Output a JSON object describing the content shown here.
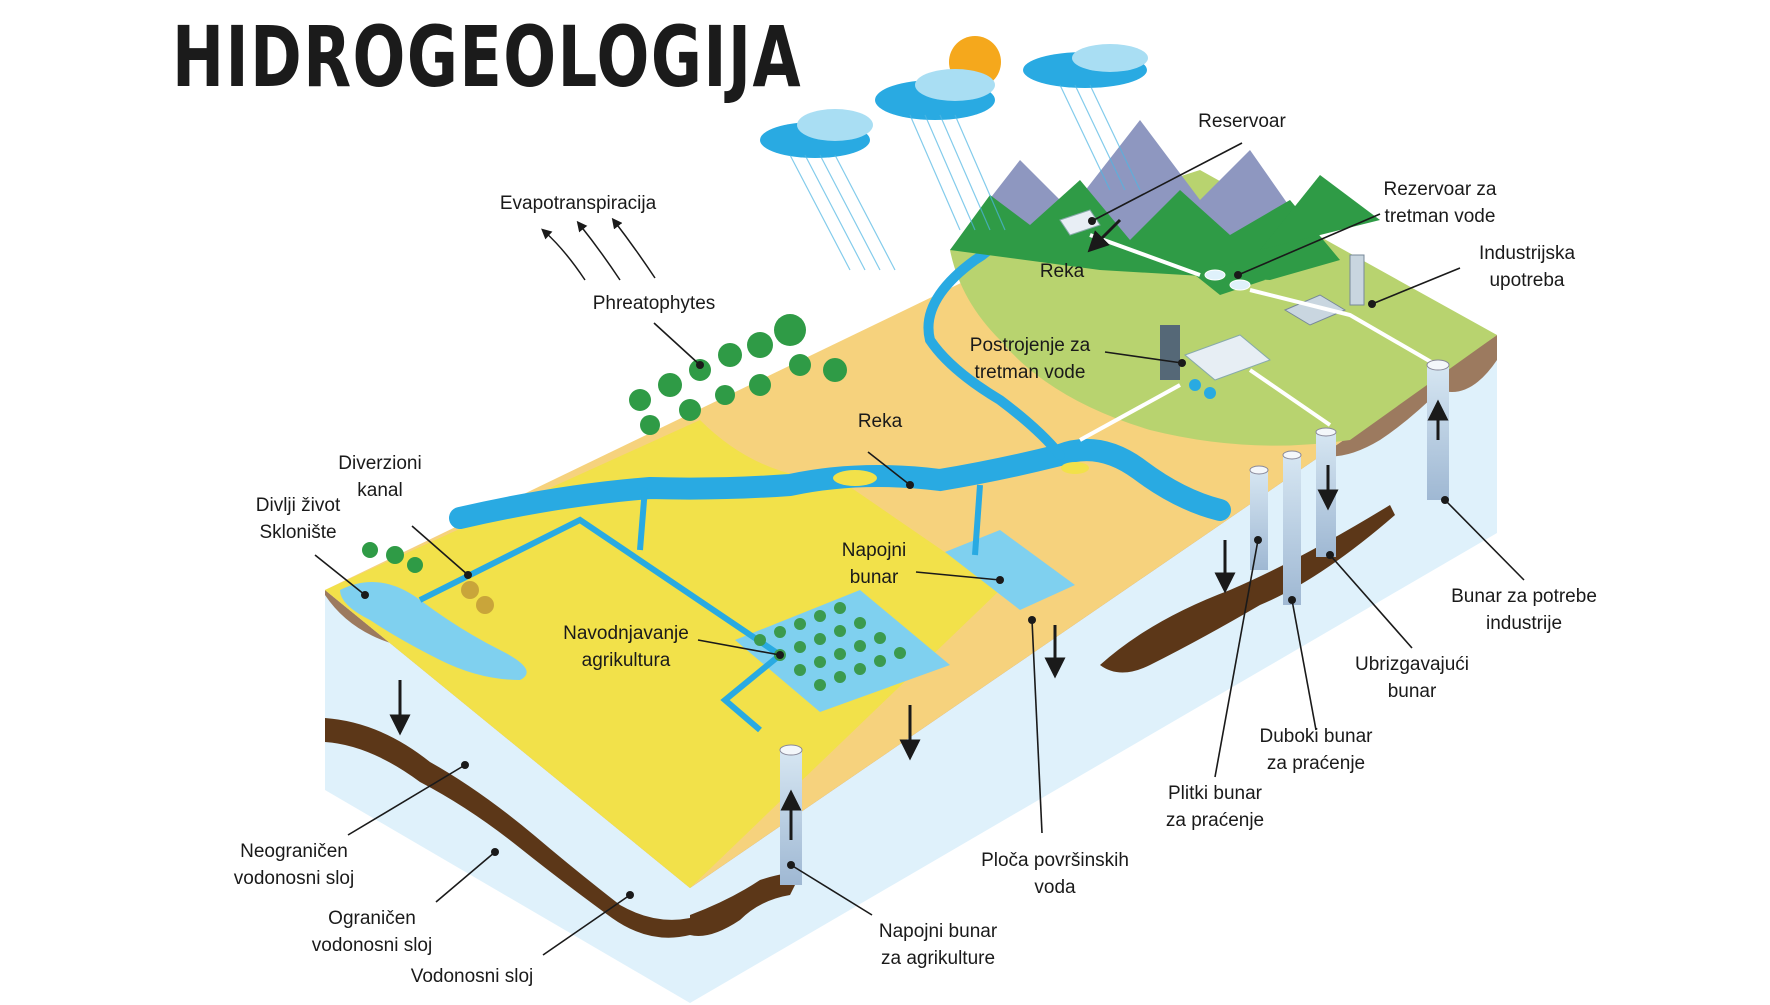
{
  "title": "HIDROGEOLOGIJA",
  "labels": {
    "reservoir": "Reservoar",
    "treatment_tank": [
      "Rezervoar za",
      "tretman vode"
    ],
    "industrial_use": [
      "Industrijska",
      "upotreba"
    ],
    "evapotranspiration": "Evapotranspiracija",
    "phreatophytes": "Phreatophytes",
    "river_upper": "Reka",
    "treatment_plant": [
      "Postrojenje za",
      "tretman vode"
    ],
    "river_lower": "Reka",
    "diversion_canal": [
      "Diverzioni",
      "kanal"
    ],
    "wildlife_refuge": [
      "Divlji život",
      "Sklonište"
    ],
    "recharge_well": [
      "Napojni",
      "bunar"
    ],
    "irrigation": [
      "Navodnjavanje",
      "agrikultura"
    ],
    "industry_well": [
      "Bunar za potrebe",
      "industrije"
    ],
    "injection_well": [
      "Ubrizgavajući",
      "bunar"
    ],
    "deep_monitoring_well": [
      "Duboki bunar",
      "za praćenje"
    ],
    "shallow_monitoring_well": [
      "Plitki bunar",
      "za praćenje"
    ],
    "unconfined_aquifer": [
      "Neograničen",
      "vodonosni sloj"
    ],
    "confined_aquifer": [
      "Ograničen",
      "vodonosni sloj"
    ],
    "aquifer": "Vodonosni sloj",
    "surface_water_plate": [
      "Ploča površinskih",
      "voda"
    ],
    "agri_recharge_well": [
      "Napojni bunar",
      "za agrikulture"
    ]
  },
  "colors": {
    "sky_water": "#29aae2",
    "light_water": "#7fd0ef",
    "ground_yellow": "#f2e14a",
    "ground_sand": "#f6d27d",
    "ground_green": "#b8d36f",
    "soil_brown": "#9c7a5f",
    "clay_dark": "#5c3718",
    "aquifer_blue": "#dff1fb",
    "forest_green": "#2f9b46",
    "mountain": "#8e97c0",
    "sun": "#f5a81c"
  }
}
